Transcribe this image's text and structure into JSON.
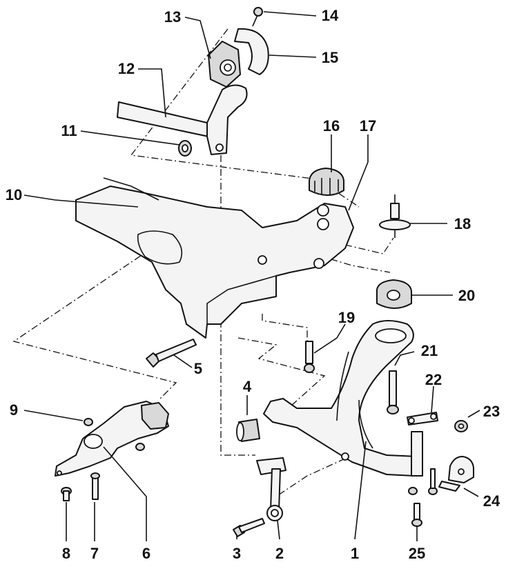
{
  "callouts": [
    {
      "id": "1",
      "text": "1"
    },
    {
      "id": "2",
      "text": "2"
    },
    {
      "id": "3",
      "text": "3"
    },
    {
      "id": "4",
      "text": "4"
    },
    {
      "id": "5",
      "text": "5"
    },
    {
      "id": "6",
      "text": "6"
    },
    {
      "id": "7",
      "text": "7"
    },
    {
      "id": "8",
      "text": "8"
    },
    {
      "id": "9",
      "text": "9"
    },
    {
      "id": "10",
      "text": "10"
    },
    {
      "id": "11",
      "text": "11"
    },
    {
      "id": "12",
      "text": "12"
    },
    {
      "id": "13",
      "text": "13"
    },
    {
      "id": "14",
      "text": "14"
    },
    {
      "id": "15",
      "text": "15"
    },
    {
      "id": "16",
      "text": "16"
    },
    {
      "id": "17",
      "text": "17"
    },
    {
      "id": "18",
      "text": "18"
    },
    {
      "id": "19",
      "text": "19"
    },
    {
      "id": "20",
      "text": "20"
    },
    {
      "id": "21",
      "text": "21"
    },
    {
      "id": "22",
      "text": "22"
    },
    {
      "id": "23",
      "text": "23"
    },
    {
      "id": "24",
      "text": "24"
    },
    {
      "id": "25",
      "text": "25"
    }
  ]
}
